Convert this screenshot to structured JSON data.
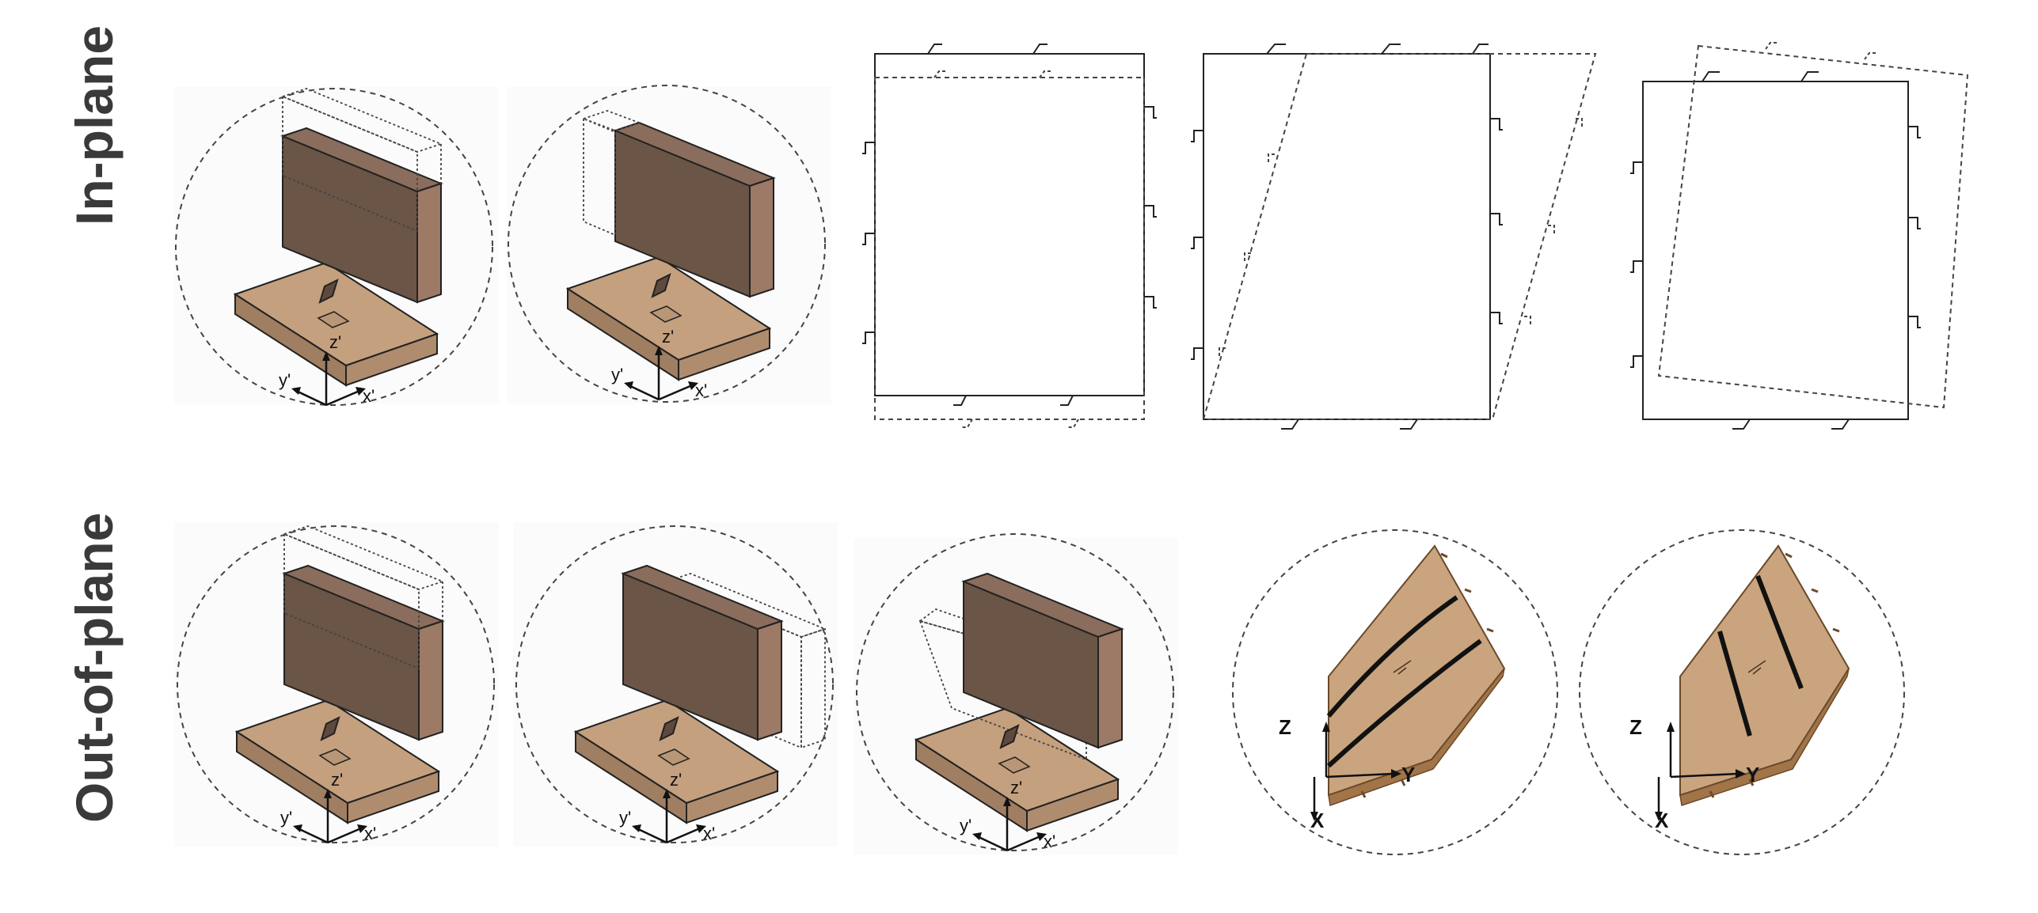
{
  "rows": {
    "in_plane": {
      "label": "In-plane"
    },
    "out_of_plane": {
      "label": "Out-of-plane"
    }
  },
  "axes_local": {
    "z": "z'",
    "y": "y'",
    "x": "x'"
  },
  "axes_global": {
    "z": "Z",
    "y": "Y",
    "x": "X"
  },
  "colors": {
    "wall_dark": "#6a5546",
    "wall_side": "#9c7a66",
    "wall_top": "#8a6d5c",
    "base_top": "#c4a07e",
    "base_side": "#a07e62",
    "panel_wood": "#c9a47f",
    "panel_edge": "#a27548",
    "line": "#222222",
    "dashed": "#444444"
  }
}
